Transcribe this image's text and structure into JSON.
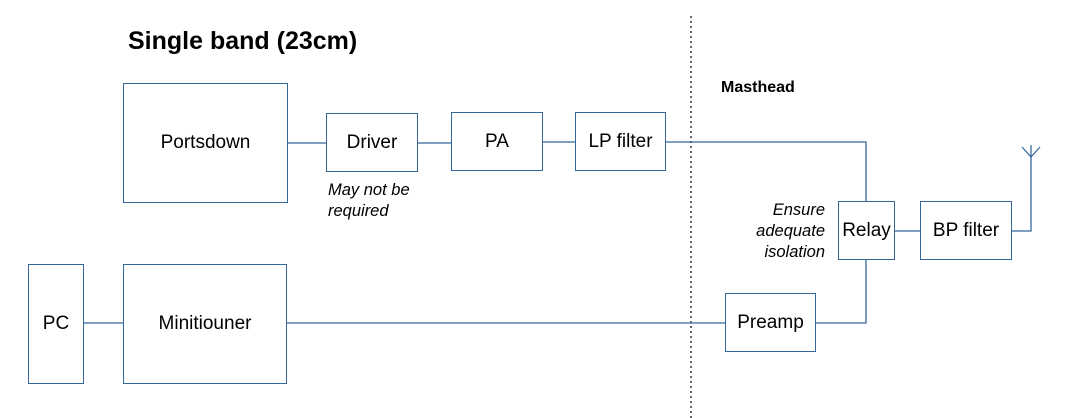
{
  "title": "Single band (23cm)",
  "masthead_label": "Masthead",
  "blocks": {
    "portsdown": "Portsdown",
    "driver": "Driver",
    "pa": "PA",
    "lp_filter": "LP filter",
    "relay": "Relay",
    "bp_filter": "BP filter",
    "pc": "PC",
    "minitiouner": "Minitiouner",
    "preamp": "Preamp"
  },
  "notes": {
    "driver_note": [
      "May not be",
      "required"
    ],
    "relay_note": [
      "Ensure",
      "adequate",
      "isolation"
    ]
  },
  "colors": {
    "line": "#34689c",
    "divider": "#000000"
  }
}
